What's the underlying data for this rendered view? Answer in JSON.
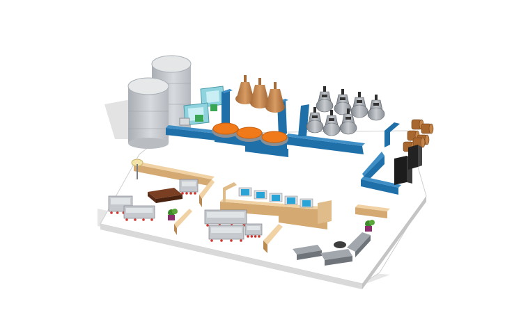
{
  "scene": {
    "kind": "isometric-3d-model",
    "elements": [
      {
        "name": "storage-silo",
        "count": 2,
        "color": "#c8ccd0"
      },
      {
        "name": "lab-bench",
        "count": 2,
        "color": "#8fd3df"
      },
      {
        "name": "copper-still",
        "count": 3,
        "color": "#c98a52"
      },
      {
        "name": "fermentation-vat",
        "count": 3,
        "color": "#f07a1a"
      },
      {
        "name": "steel-still",
        "count": 7,
        "color": "#9aa1a8"
      },
      {
        "name": "blue-counter",
        "count": 8,
        "color": "#1f6fa8"
      },
      {
        "name": "barrel",
        "count": 6,
        "color": "#a8672e"
      },
      {
        "name": "black-cabinet",
        "count": 2,
        "color": "#1c1c1c"
      },
      {
        "name": "wooden-partition",
        "count": 8,
        "color": "#e0bc8a"
      },
      {
        "name": "blue-seat",
        "count": 5,
        "color": "#2aa3d6"
      },
      {
        "name": "sofa",
        "count": 6,
        "color": "#c6cacf"
      },
      {
        "name": "coffee-table",
        "count": 1,
        "color": "#7a3e22"
      },
      {
        "name": "floor-lamp",
        "count": 1,
        "color": "#f3e3a8"
      },
      {
        "name": "potted-plant",
        "count": 2,
        "color": "#3d8a2a"
      },
      {
        "name": "gray-bench",
        "count": 3,
        "color": "#8e9399"
      }
    ]
  }
}
